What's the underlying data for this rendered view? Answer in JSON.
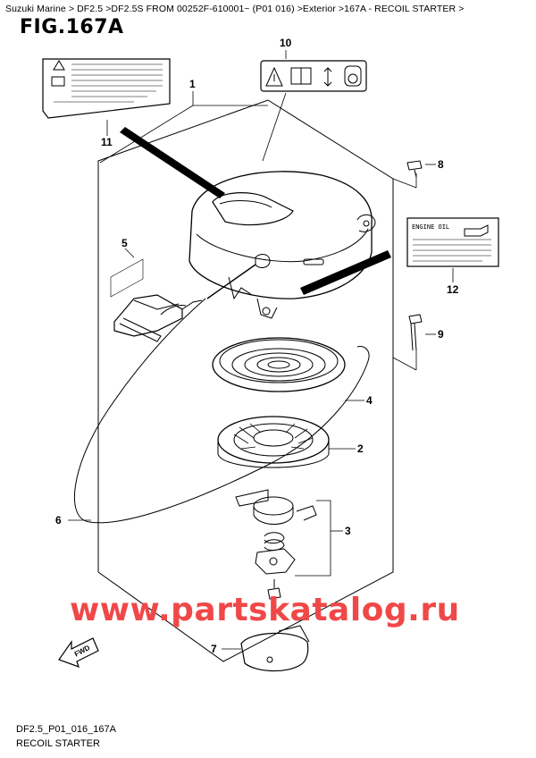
{
  "breadcrumb": "Suzuki Marine > DF2.5 >DF2.5S FROM 00252F-610001~ (P01 016) >Exterior >167A - RECOIL STARTER >",
  "figure_title": "FIG.167A",
  "callouts": {
    "c1": "1",
    "c2": "2",
    "c3": "3",
    "c4": "4",
    "c5": "5",
    "c6": "6",
    "c7": "7",
    "c8": "8",
    "c9": "9",
    "c10": "10",
    "c11": "11",
    "c12": "12"
  },
  "engine_oil_label": "ENGINE OIL",
  "fwd_label": "FWD",
  "watermark": "www.partskatalog.ru",
  "diagram_code": "DF2.5_P01_016_167A",
  "caption": "RECOIL STARTER",
  "colors": {
    "watermark": "#f04848",
    "line": "#000000"
  }
}
